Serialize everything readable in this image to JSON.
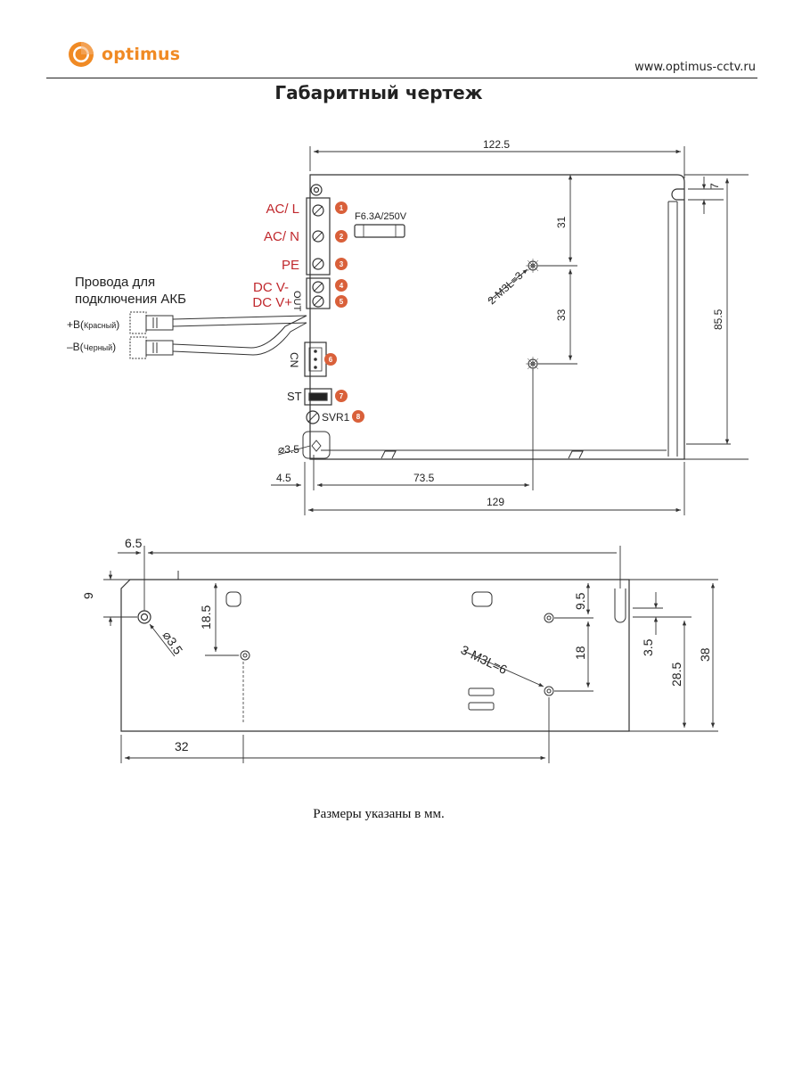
{
  "brand": {
    "name": "optimus",
    "url": "www.optimus-cctv.ru",
    "color": "#f08a24"
  },
  "title": "Габаритный чертеж",
  "footnote": "Размеры указаны в мм.",
  "top_view": {
    "terminals": [
      {
        "num": "1",
        "label": "AC/ L"
      },
      {
        "num": "2",
        "label": "AC/ N"
      },
      {
        "num": "3",
        "label": "PE"
      },
      {
        "num": "4",
        "label": "DC V-"
      },
      {
        "num": "5",
        "label": "DC V+"
      },
      {
        "num": "6",
        "label": "CN"
      },
      {
        "num": "7",
        "label": "ST"
      },
      {
        "num": "8",
        "label": "SVR1"
      }
    ],
    "out_label": "OUT",
    "fuse": "F6.3A/250V",
    "battery_wires": {
      "title_line1": "Провода для",
      "title_line2": "подключения АКБ",
      "plus_prefix": "+B(",
      "plus_color": "Красный",
      "minus_prefix": "–B(",
      "minus_color": "Черный",
      "suffix": ")"
    },
    "screw_note": "2-M3L=3",
    "hole": "3.5",
    "dimensions": {
      "width_top": "122.5",
      "width_bottom": "129",
      "offset_left": "4.5",
      "offset_hole": "73.5",
      "v_31": "31",
      "v_33": "33",
      "height": "85.5",
      "slot": "7"
    }
  },
  "side_view": {
    "screw_note": "3-M3L=6",
    "hole": "3.5",
    "dimensions": {
      "offset_top": "6.5",
      "v_9": "9",
      "v_18_5": "18.5",
      "bottom_32": "32",
      "v_9_5": "9.5",
      "v_18": "18",
      "v_3_5": "3.5",
      "v_28_5": "28.5",
      "height": "38"
    }
  },
  "colors": {
    "badge": "#d9603a",
    "terminal_label": "#c0282d",
    "line": "#333333"
  }
}
